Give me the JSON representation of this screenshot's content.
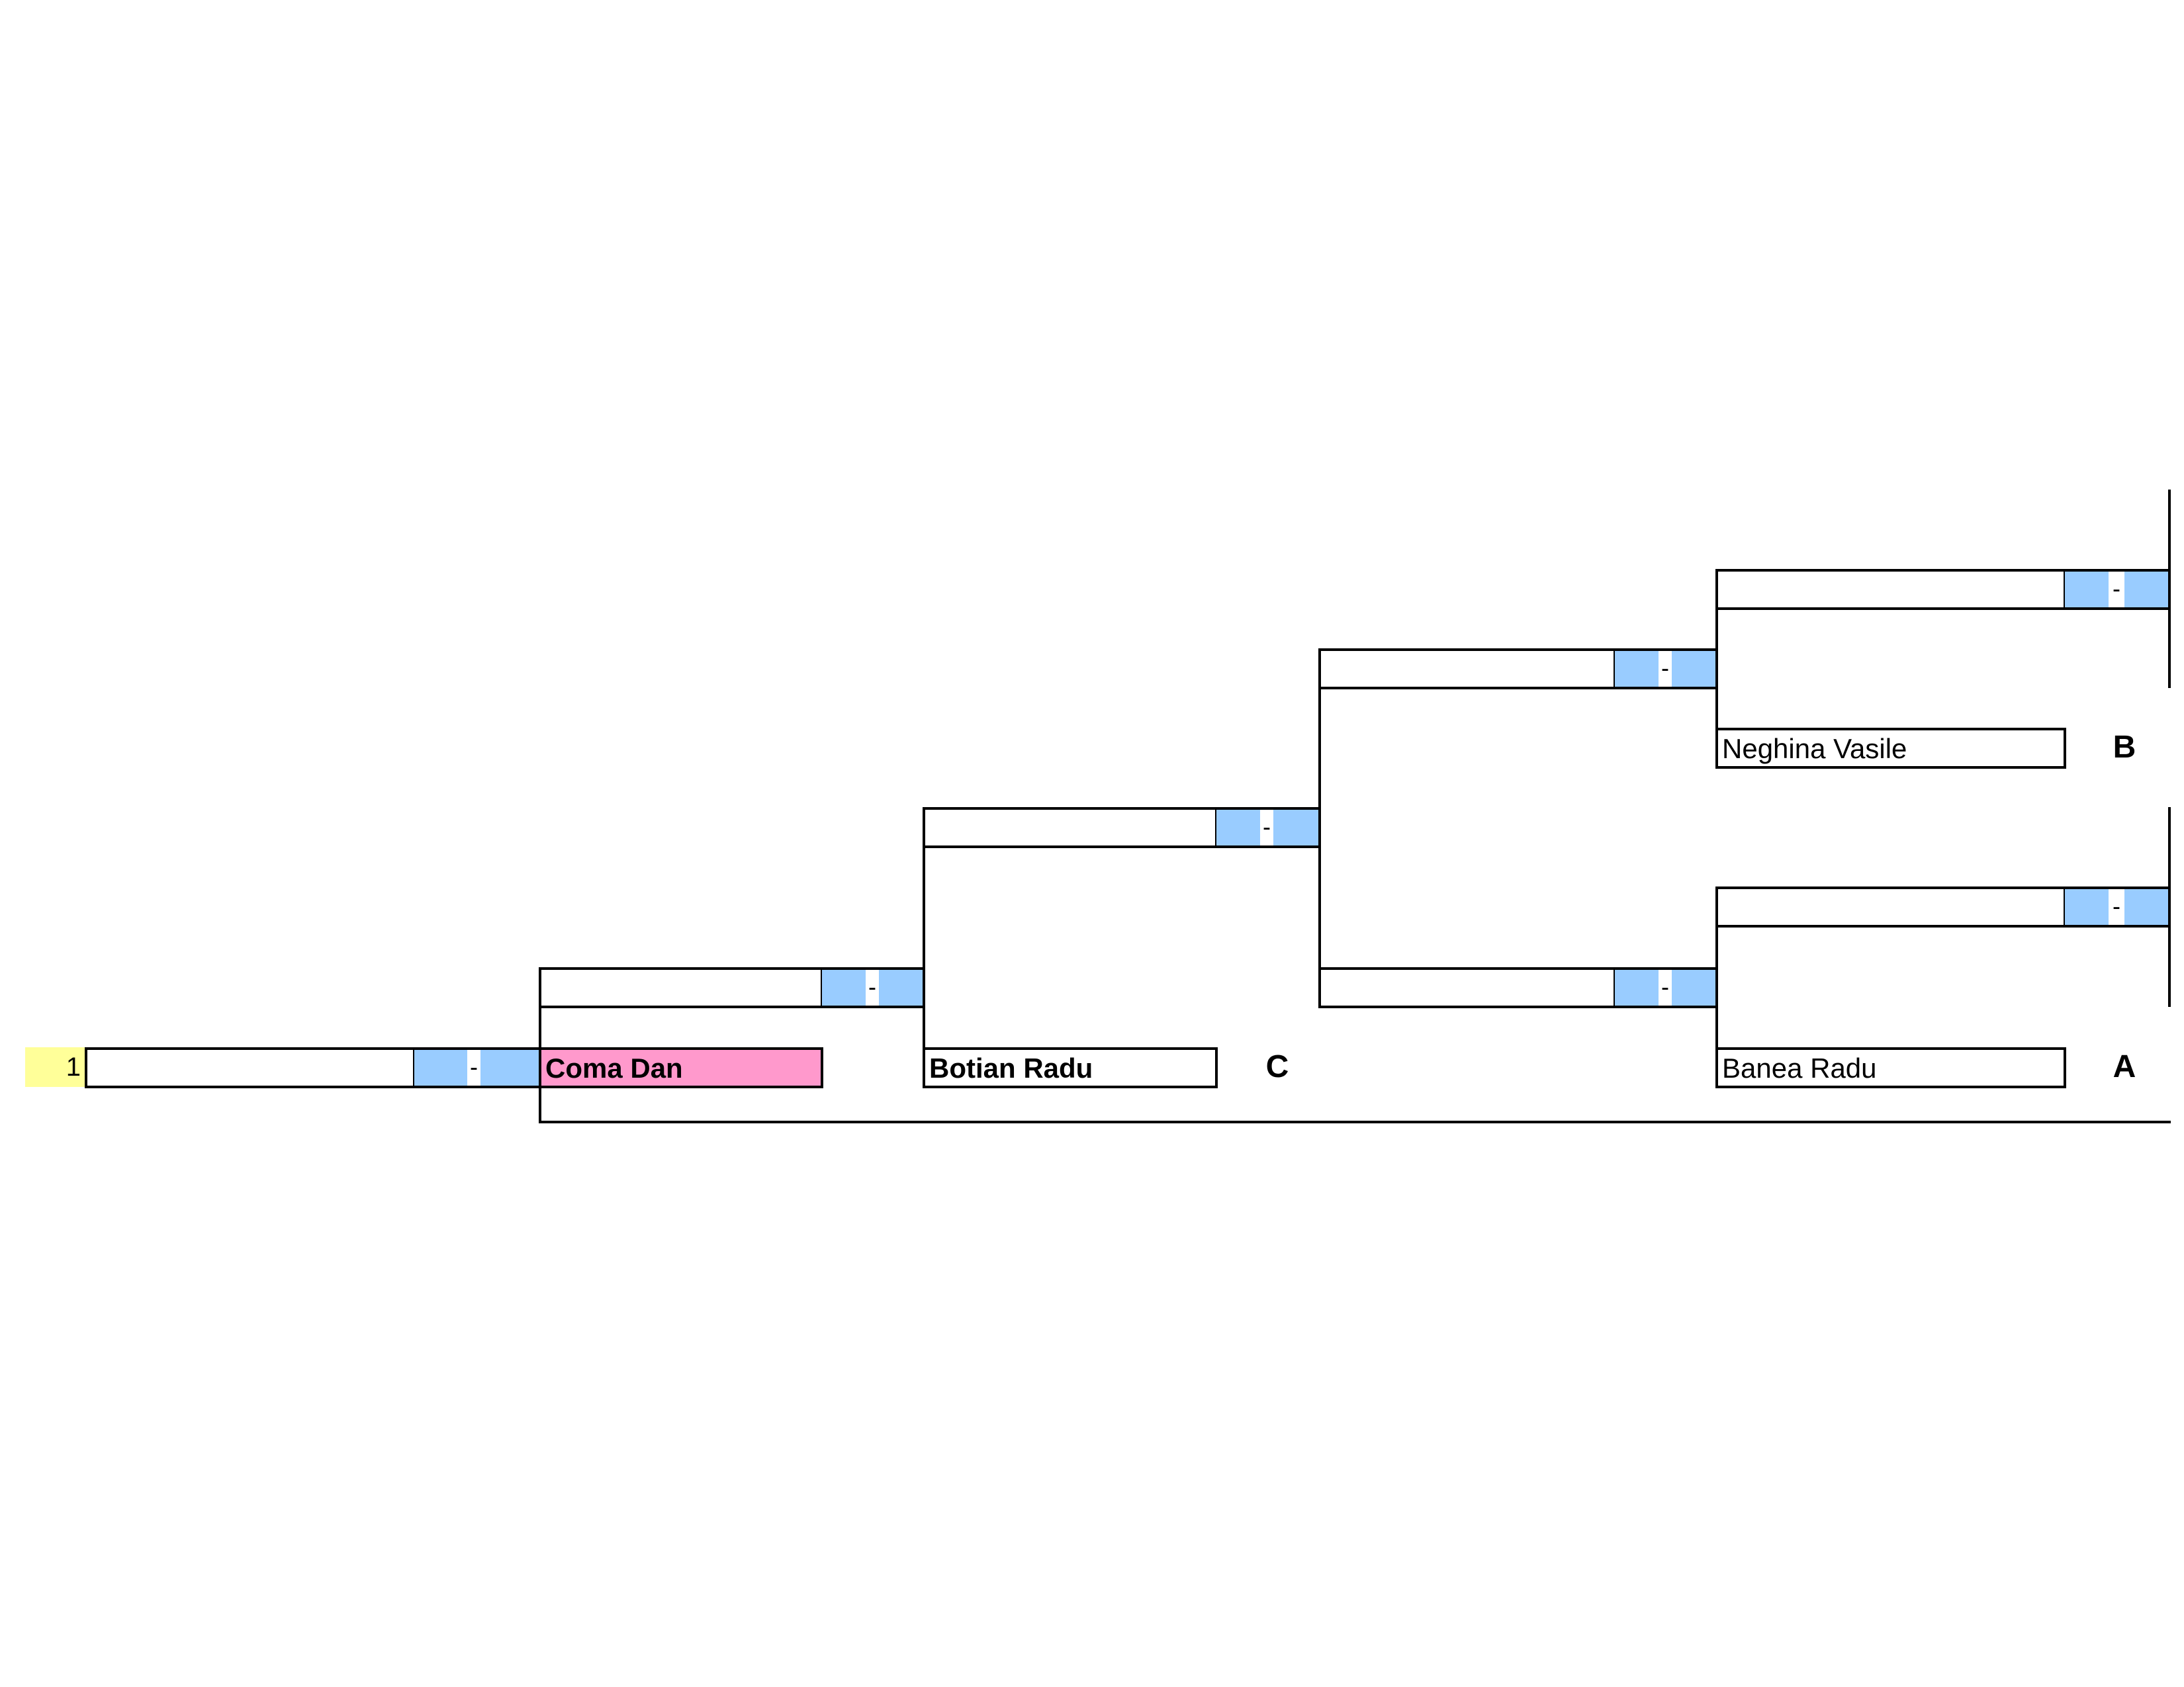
{
  "seed": {
    "number": "1"
  },
  "score_separator": "-",
  "players": {
    "coma": "Coma Dan",
    "botian": "Botian Radu",
    "neghina": "Neghina Vasile",
    "banea": "Banea Radu"
  },
  "group_labels": {
    "c": "C",
    "b": "B",
    "a": "A"
  },
  "colors": {
    "seed": "#ffff99",
    "score": "#99ccff",
    "highlight": "#ff99cc"
  }
}
